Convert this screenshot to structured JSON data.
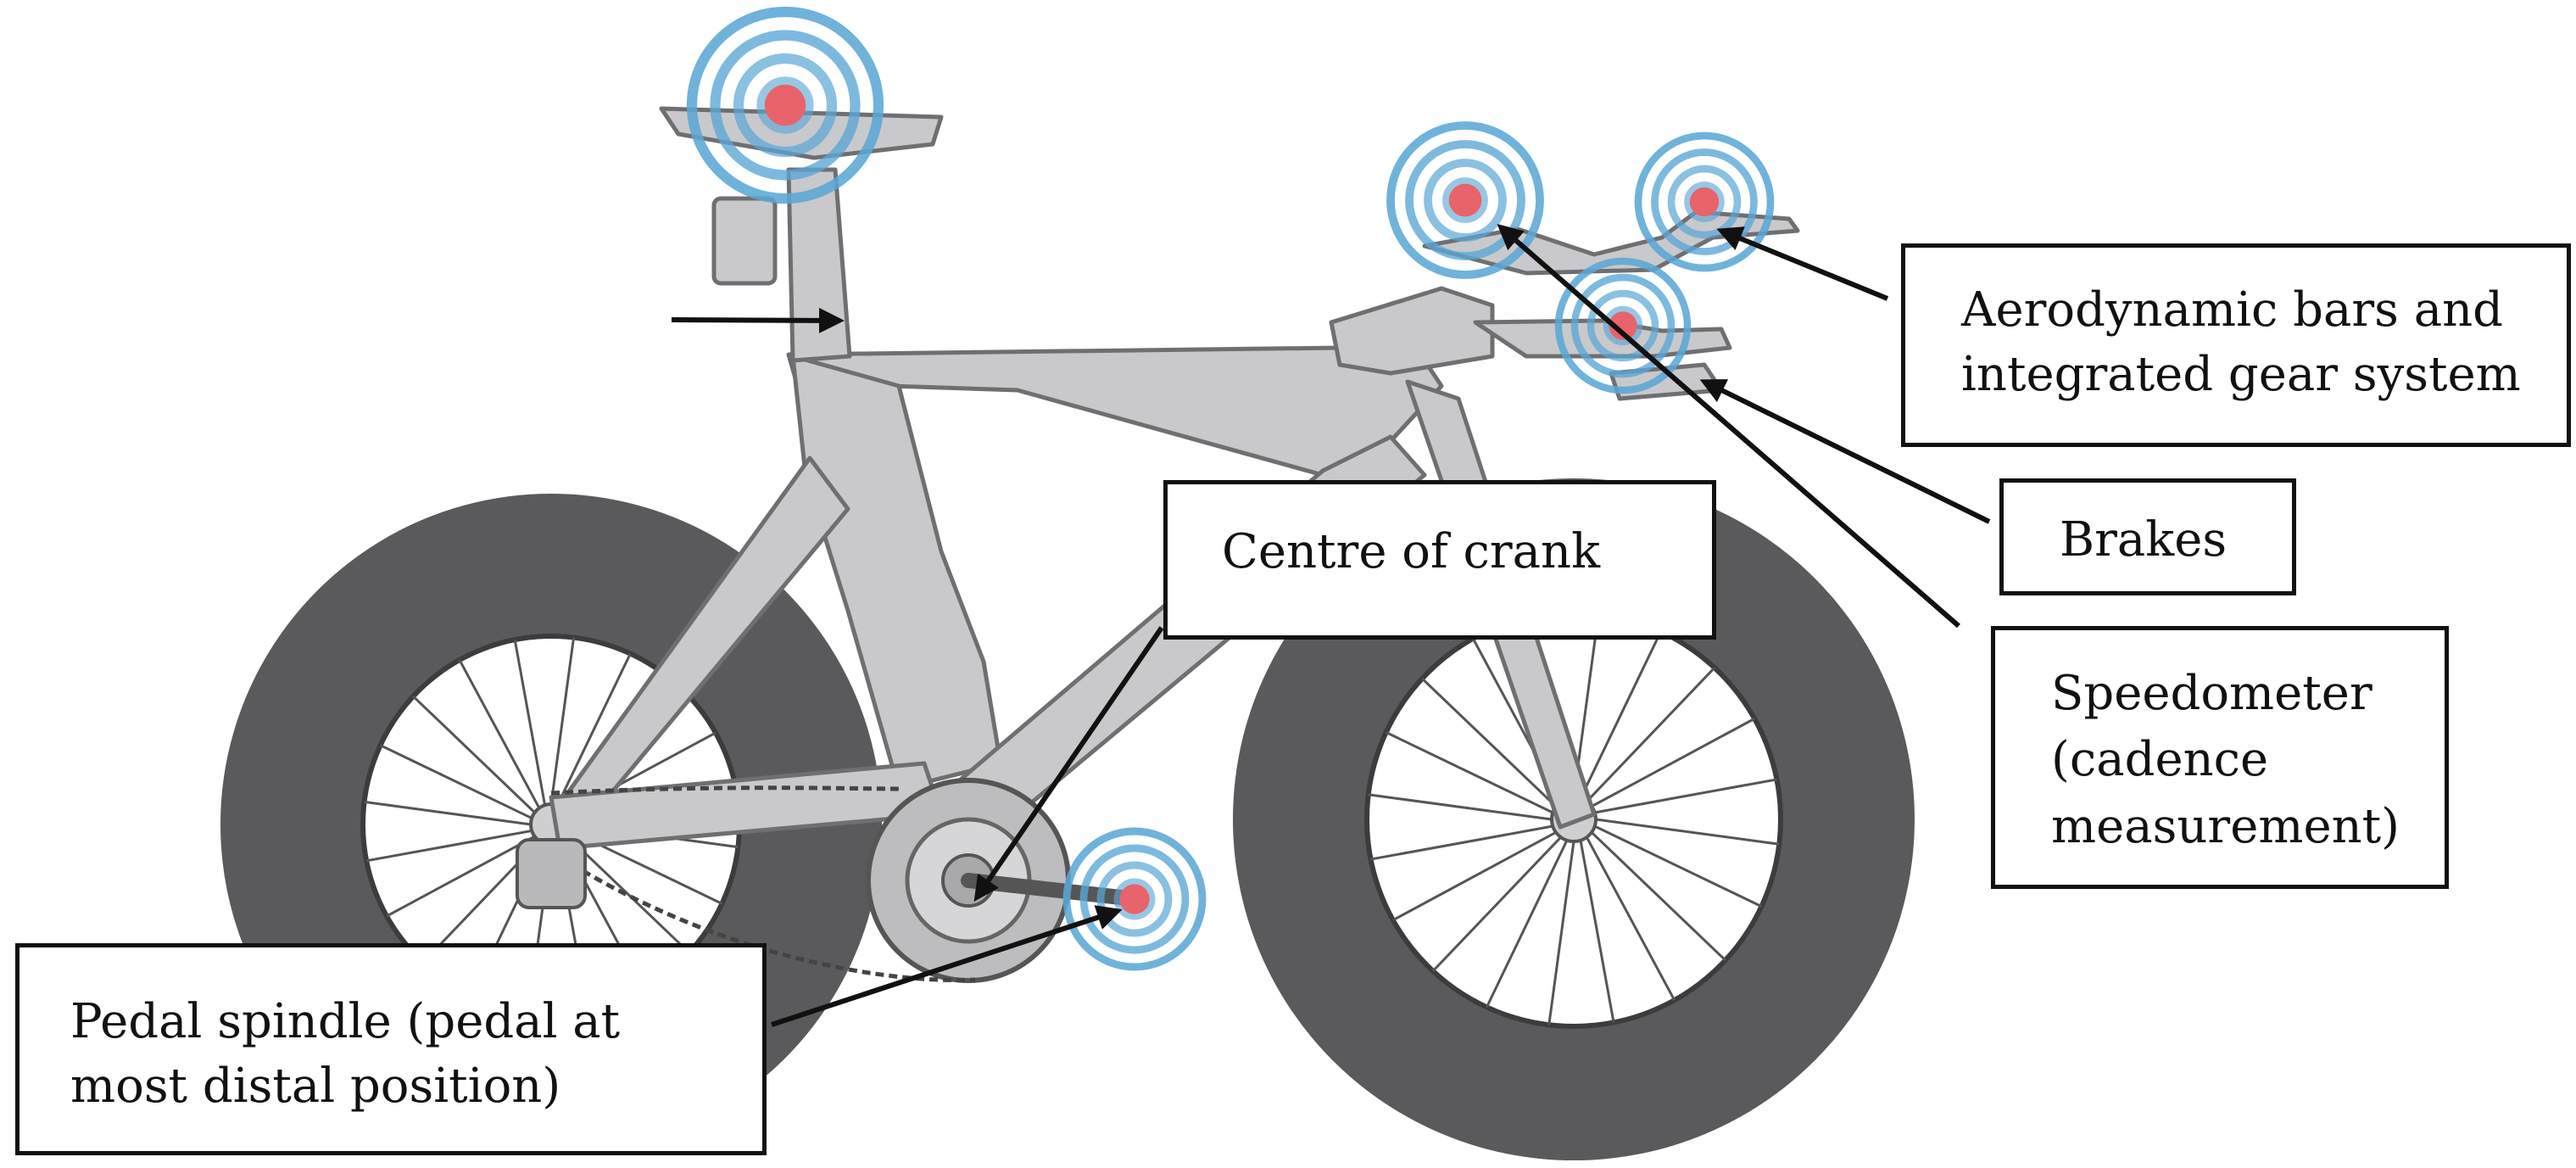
{
  "labels": {
    "aero": [
      "Aerodynamic bars and",
      "integrated gear system"
    ],
    "brakes": "Brakes",
    "speedometer": [
      "Speedometer",
      "(cadence",
      "measurement)"
    ],
    "crank": "Centre of crank",
    "pedal": [
      "Pedal spindle (pedal at",
      "most distal position)"
    ]
  },
  "colors": {
    "frame": "#c9c9cb",
    "frame_stroke": "#6f6f72",
    "tyre": "#5a5a5c",
    "rim": "#4a4a4c",
    "target_ring": "#5aa6d6",
    "target_center": "#e8646a",
    "arrow": "#111111"
  }
}
